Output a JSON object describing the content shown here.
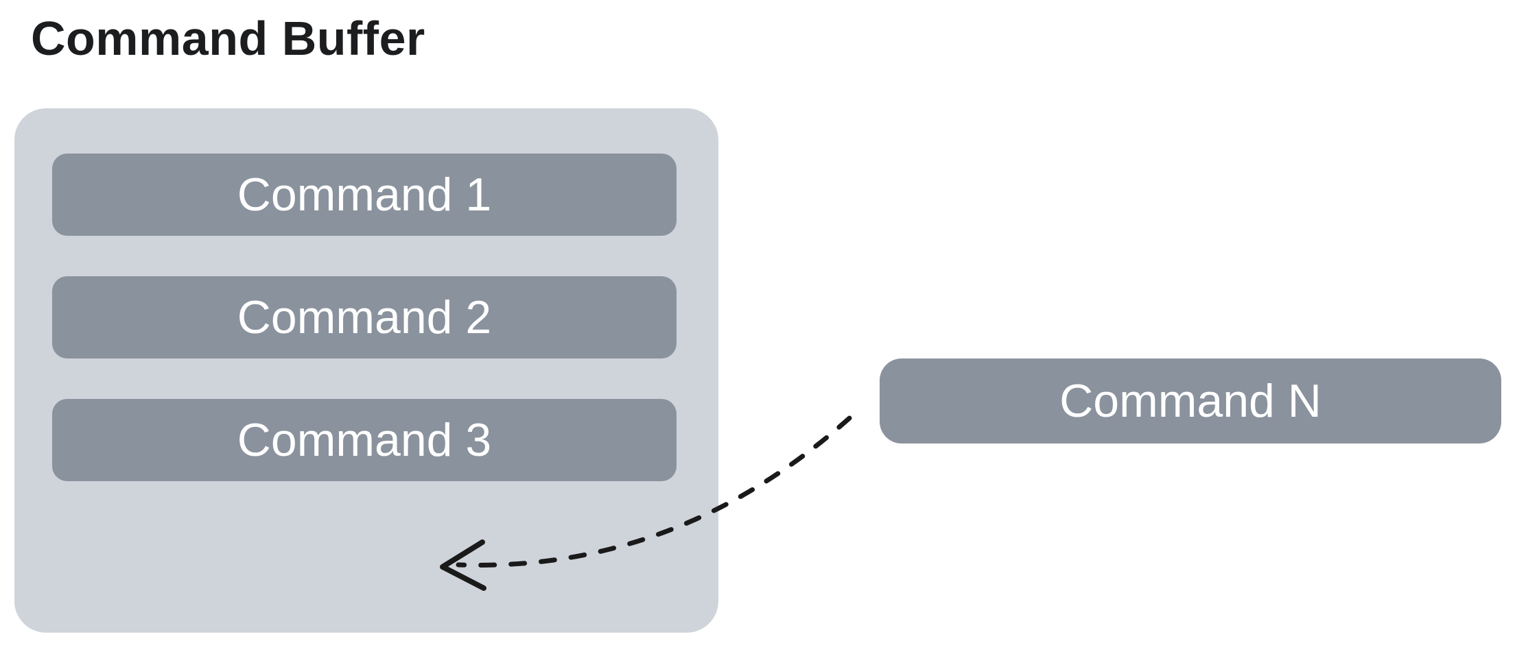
{
  "title": "Command Buffer",
  "buffer": {
    "commands": [
      {
        "label": "Command 1"
      },
      {
        "label": "Command 2"
      },
      {
        "label": "Command 3"
      }
    ]
  },
  "incoming_command": {
    "label": "Command N"
  },
  "icons": {
    "arrow": "dashed-curved-arrow-pointing-left-into-buffer"
  },
  "colors": {
    "background": "#ffffff",
    "buffer_fill": "#cfd4db",
    "command_fill": "#8a929d",
    "command_text": "#ffffff",
    "title_text": "#1c1d1f",
    "arrow_stroke": "#1a1a1a"
  }
}
